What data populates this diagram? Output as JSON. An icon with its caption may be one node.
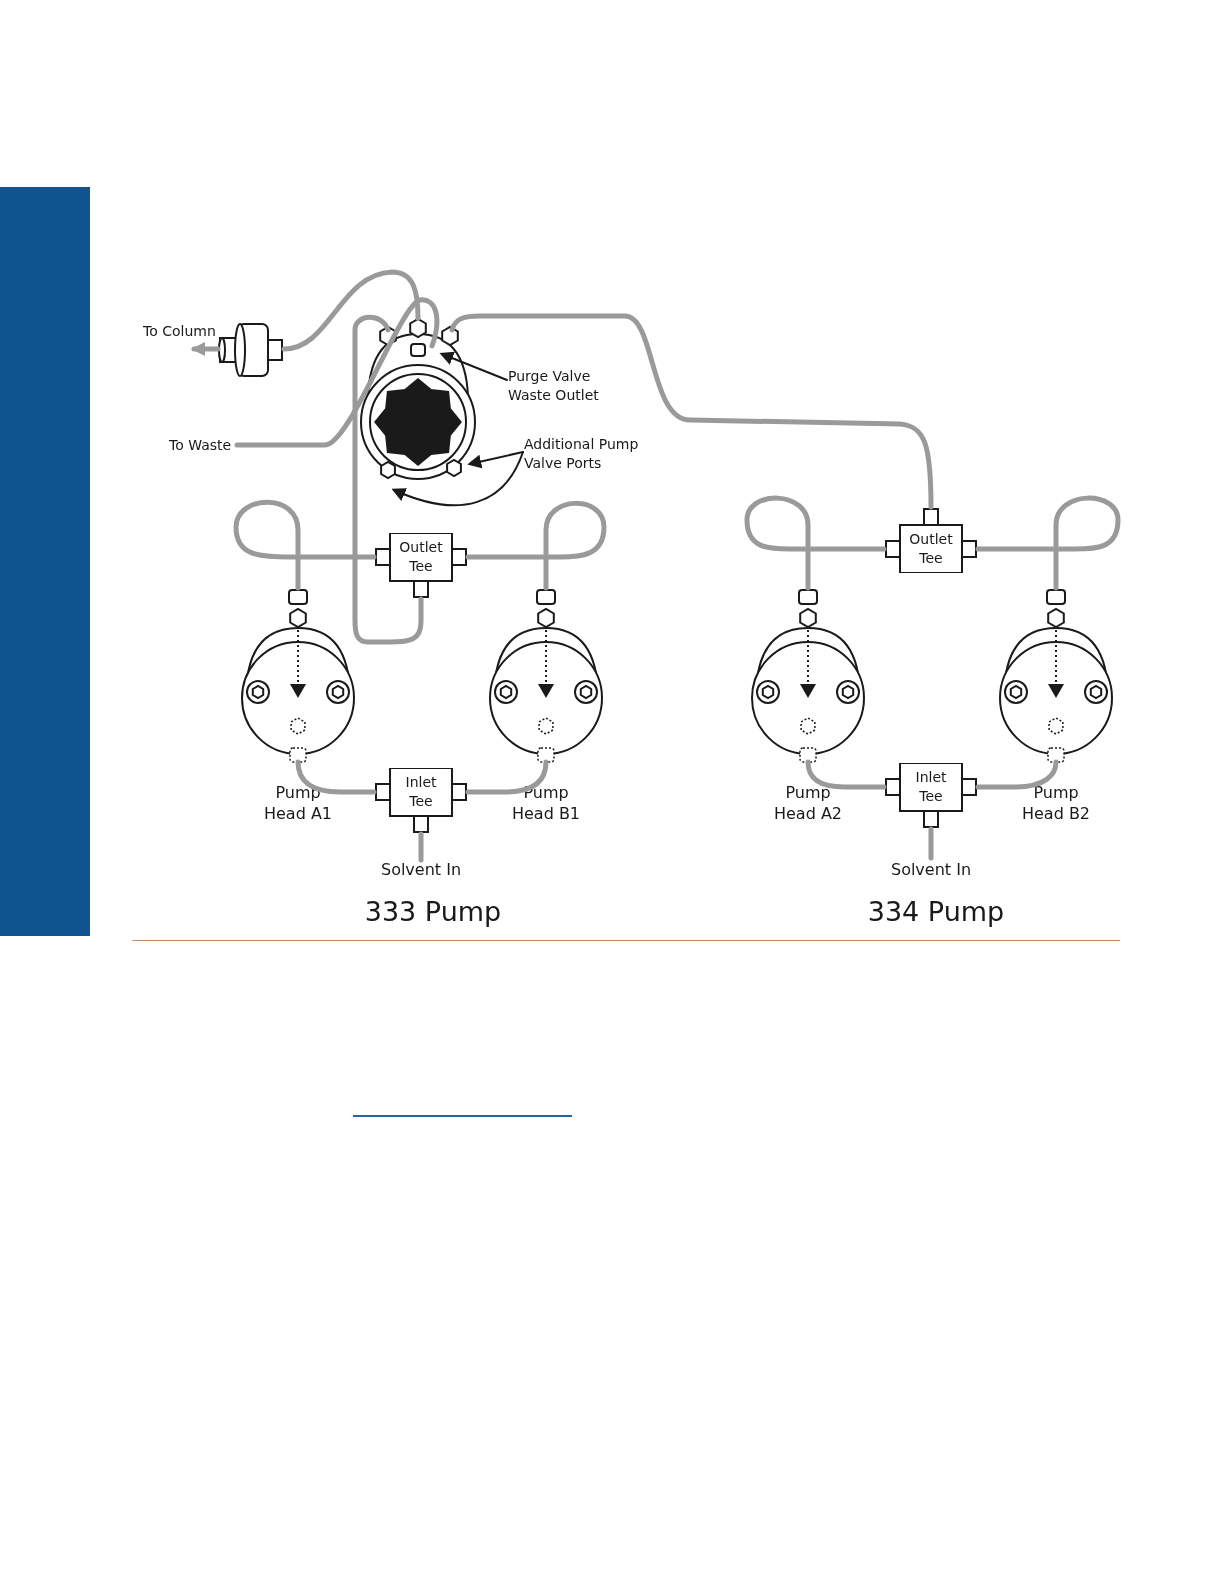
{
  "diagram": {
    "nodes": [
      {
        "text": [
          "To Column"
        ]
      },
      {
        "text": [],
        "shape": "cylinder"
      },
      {
        "text": [],
        "shape": "circle"
      },
      {
        "text": [
          "To Waste"
        ]
      },
      {
        "text": [
          "Purge Valve Waste Outlet"
        ]
      },
      {
        "text": [
          "Additional Pump Valve Ports"
        ]
      },
      {
        "text": [
          "Outlet Tee"
        ]
      },
      {
        "text": [
          "Pump Head A1"
        ]
      },
      {
        "text": [
          "Pump Head B1"
        ]
      },
      {
        "text": [
          "Inlet Tee"
        ]
      },
      {
        "text": [
          "Solvent In"
        ]
      },
      {
        "text": [
          "Outlet Tee"
        ]
      },
      {
        "text": [
          "Pump Head A2"
        ]
      },
      {
        "text": [
          "Pump Head B2"
        ]
      },
      {
        "text": [
          "Inlet Tee"
        ]
      },
      {
        "text": [
          "Solvent In"
        ]
      },
      {
        "text": [],
        "shape": "bar"
      }
    ],
    "edges": [
      {
        "from": 1,
        "to": 0,
        "arrow": "to"
      },
      {
        "from": 2,
        "to": 1,
        "arrow": "none"
      },
      {
        "from": 2,
        "to": 3,
        "arrow": "none"
      },
      {
        "from": 6,
        "to": 2,
        "arrow": "none"
      },
      {
        "from": 2,
        "to": 11,
        "arrow": "none"
      },
      {
        "from": 4,
        "to": 2,
        "arrow": "to",
        "color": "#1a1a1a"
      },
      {
        "from": 5,
        "to": 2,
        "arrow": "to",
        "color": "#1a1a1a"
      },
      {
        "from": 5,
        "to": 2,
        "arrow": "to",
        "color": "#1a1a1a"
      },
      {
        "from": 7,
        "to": 6,
        "arrow": "none"
      },
      {
        "from": 8,
        "to": 6,
        "arrow": "none"
      },
      {
        "from": 9,
        "to": 7,
        "arrow": "none"
      },
      {
        "from": 9,
        "to": 8,
        "arrow": "none"
      },
      {
        "from": 10,
        "to": 9,
        "arrow": "none"
      },
      {
        "from": 12,
        "to": 11,
        "arrow": "none"
      },
      {
        "from": 13,
        "to": 11,
        "arrow": "none"
      },
      {
        "from": 14,
        "to": 12,
        "arrow": "none"
      },
      {
        "from": 14,
        "to": 13,
        "arrow": "none"
      },
      {
        "from": 15,
        "to": 14,
        "arrow": "none"
      }
    ],
    "labels": [
      "333 Pump",
      "334 Pump"
    ]
  }
}
